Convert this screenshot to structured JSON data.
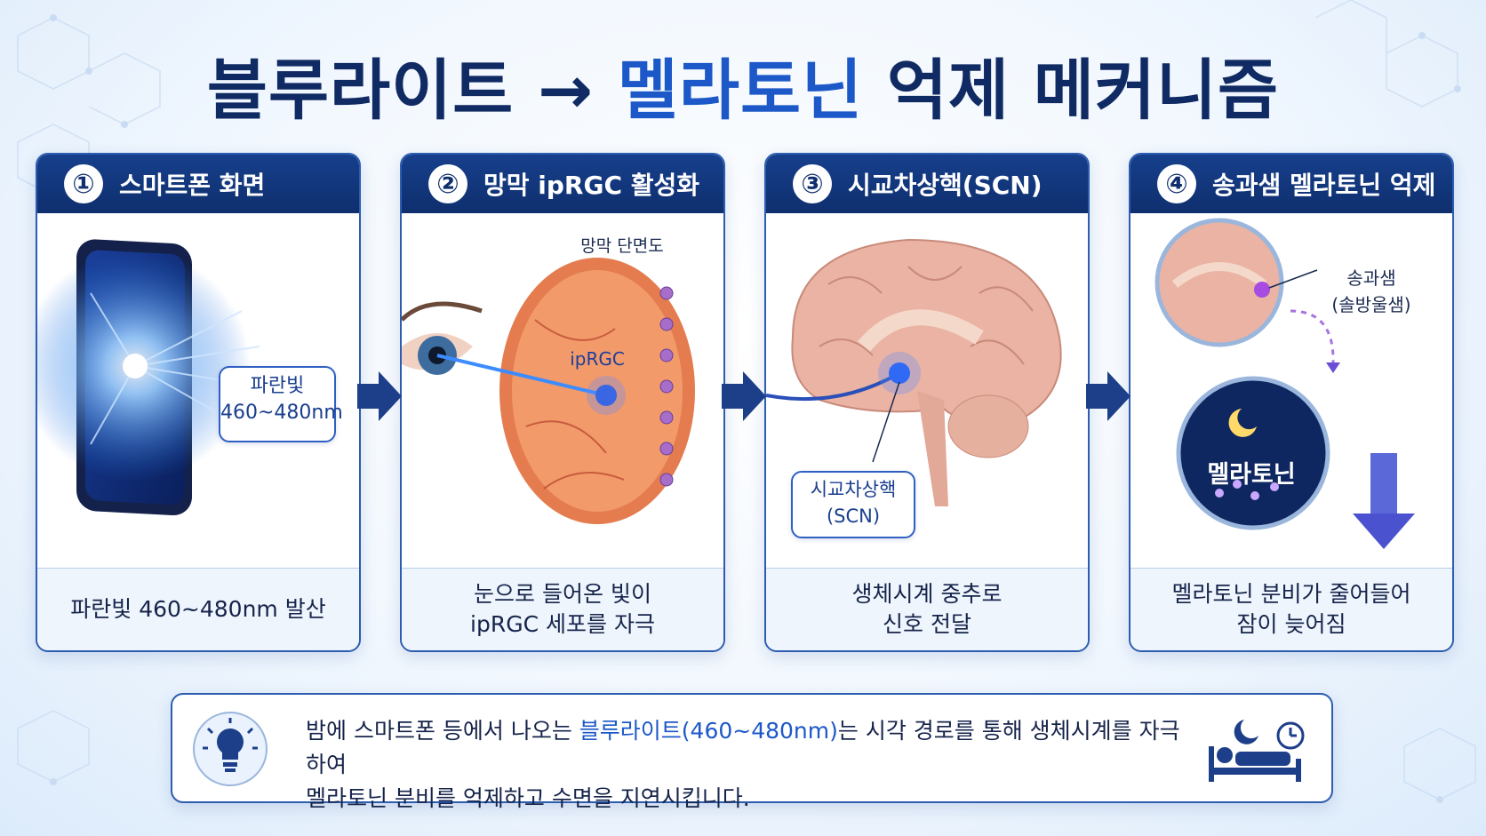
{
  "title": {
    "part1": "블루라이트 →",
    "part2": "멜라토닌",
    "part3": "억제 메커니즘"
  },
  "panels": [
    {
      "number": "①",
      "header": "스마트폰 화면",
      "caption_line1": "파란빛 460~480nm 발산",
      "caption_line2": ""
    },
    {
      "number": "②",
      "header": "망막 ipRGC 활성화",
      "caption_line1": "눈으로 들어온 빛이",
      "caption_line2": "ipRGC 세포를 자극"
    },
    {
      "number": "③",
      "header": "시교차상핵(SCN)",
      "caption_line1": "생체시계 중추로",
      "caption_line2": "신호 전달"
    },
    {
      "number": "④",
      "header": "송과샘 멜라토닌 억제",
      "caption_line1": "멜라토닌 분비가 줄어들어",
      "caption_line2": "잠이 늦어짐"
    }
  ],
  "labels": {
    "blue_light_line1": "파란빛",
    "blue_light_line2": "460~480nm",
    "retina_section": "망막 단면도",
    "iprgc": "ipRGC",
    "scn_line1": "시교차상핵",
    "scn_line2": "(SCN)",
    "pineal_line1": "송과샘",
    "pineal_line2": "(솔방울샘)",
    "melatonin": "멜라토닌"
  },
  "note": {
    "line1_before": "밤에 스마트폰 등에서 나오는 ",
    "line1_highlight": "블루라이트(460~480nm)",
    "line1_after": "는 시각 경로를 통해 생체시계를 자극하여",
    "line2": "멜라토닌 분비를 억제하고 수면을 지연시킵니다."
  },
  "colors": {
    "navy": "#102b63",
    "accent": "#1d58c8",
    "header_bg": "#163f8c",
    "border": "#2c5db0"
  }
}
